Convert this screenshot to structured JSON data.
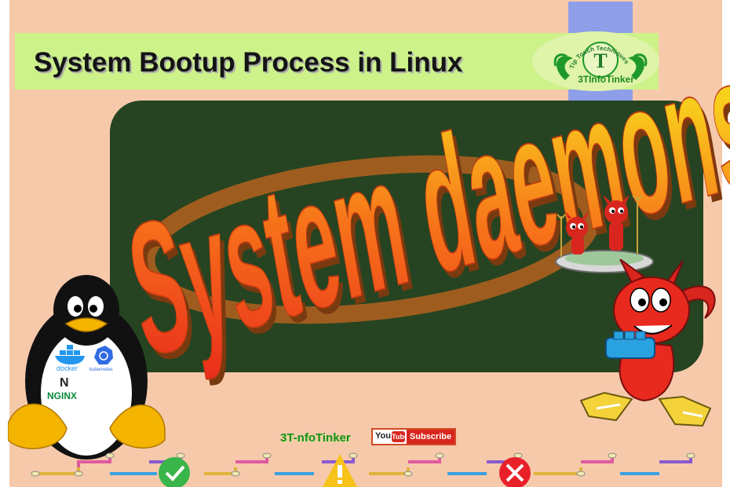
{
  "banner": {
    "title": "System Bootup Process in Linux"
  },
  "logo": {
    "arc_text": "Tip Touch Techniques",
    "letter": "T",
    "name": "3TInfoTinker"
  },
  "board": {
    "headline": "System daemons"
  },
  "mascot_badges": {
    "docker": "docker",
    "kubernetes": "kubernetes",
    "nginx": "NGINX"
  },
  "footer": {
    "channel": "3T-nfoTinker",
    "youtube_you": "You",
    "youtube_tube": "Tube",
    "subscribe": "Subscribe"
  },
  "colors": {
    "frame": "#f7c9ab",
    "banner": "#cdf28a",
    "board": "#264421",
    "accent_blue": "#8f9ee8",
    "headline_start": "#e8251c",
    "headline_end": "#f5f01e"
  },
  "icons": [
    "tux-penguin-icon",
    "bsd-daemon-icon",
    "check-icon",
    "warning-icon",
    "cross-icon",
    "docker-icon",
    "kubernetes-icon"
  ]
}
